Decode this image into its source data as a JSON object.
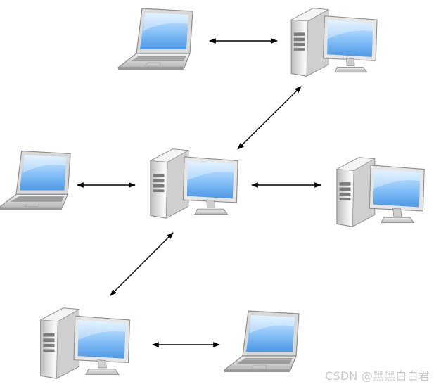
{
  "watermark": "CSDN @黑黑白白君",
  "colors": {
    "background": "#ffffff",
    "screen_light": "#d6ecff",
    "screen_dark": "#5aa6f0",
    "case_light": "#f6f6f6",
    "case_dark": "#b8b8b8",
    "arrow": "#000000"
  },
  "nodes": [
    {
      "id": "laptop-top",
      "kind": "laptop-icon"
    },
    {
      "id": "desktop-top-right",
      "kind": "desktop-computer-icon"
    },
    {
      "id": "laptop-left",
      "kind": "laptop-icon"
    },
    {
      "id": "desktop-center",
      "kind": "desktop-computer-icon"
    },
    {
      "id": "desktop-right",
      "kind": "desktop-computer-icon"
    },
    {
      "id": "desktop-bottom-left",
      "kind": "desktop-computer-icon"
    },
    {
      "id": "laptop-bottom-right",
      "kind": "laptop-icon"
    }
  ],
  "links": [
    {
      "from": "laptop-top",
      "to": "desktop-top-right",
      "direction": "both"
    },
    {
      "from": "desktop-center",
      "to": "desktop-top-right",
      "direction": "both"
    },
    {
      "from": "laptop-left",
      "to": "desktop-center",
      "direction": "both"
    },
    {
      "from": "desktop-center",
      "to": "desktop-right",
      "direction": "both"
    },
    {
      "from": "desktop-center",
      "to": "desktop-bottom-left",
      "direction": "both"
    },
    {
      "from": "desktop-bottom-left",
      "to": "laptop-bottom-right",
      "direction": "both"
    }
  ]
}
